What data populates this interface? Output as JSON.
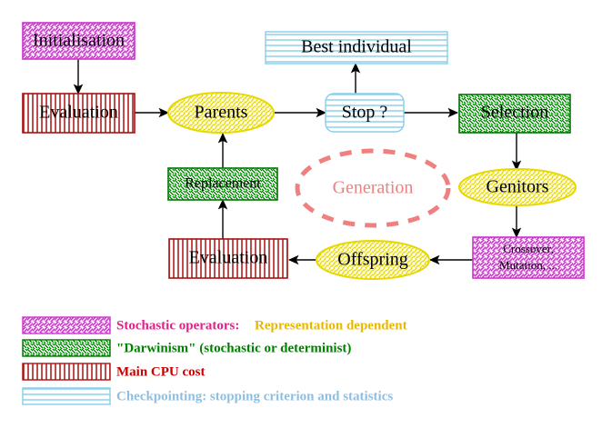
{
  "diagram": {
    "title": "Evolutionary Algorithm Cycle",
    "background_color": "#FFFFFF",
    "nodes": {
      "initialisation": {
        "label": "Initialisation",
        "shape": "rect",
        "fill_pattern": "diagonal-forward",
        "color": "#CC33CC",
        "category": "stochastic-operators"
      },
      "evaluation_top": {
        "label": "Evaluation",
        "shape": "rect",
        "fill_pattern": "vertical-lines",
        "color": "#AA1111",
        "category": "main-cpu-cost"
      },
      "parents": {
        "label": "Parents",
        "shape": "ellipse",
        "fill_pattern": "diagonal-forward",
        "color": "#E8D800",
        "category": "representation-dependent"
      },
      "stop": {
        "label": "Stop ?",
        "shape": "rounded-rect",
        "fill_pattern": "horizontal-lines",
        "color": "#87CEEB",
        "category": "checkpointing"
      },
      "best_individual": {
        "label": "Best individual",
        "shape": "rect",
        "fill_pattern": "horizontal-lines",
        "color": "#87CEEB",
        "category": "checkpointing"
      },
      "selection": {
        "label": "Selection",
        "shape": "rect",
        "fill_pattern": "diagonal-back",
        "color": "#007700",
        "category": "darwinism"
      },
      "genitors": {
        "label": "Genitors",
        "shape": "ellipse",
        "fill_pattern": "diagonal-forward",
        "color": "#E8D800",
        "category": "representation-dependent"
      },
      "crossover": {
        "label_line1": "Crossover,",
        "label_line2": "Mutation, ...",
        "shape": "rect",
        "fill_pattern": "diagonal-forward",
        "color": "#CC33CC",
        "category": "stochastic-operators"
      },
      "offspring": {
        "label": "Offspring",
        "shape": "ellipse",
        "fill_pattern": "diagonal-forward",
        "color": "#E8D800",
        "category": "representation-dependent"
      },
      "evaluation_bottom": {
        "label": "Evaluation",
        "shape": "rect",
        "fill_pattern": "vertical-lines",
        "color": "#AA1111",
        "category": "main-cpu-cost"
      },
      "replacement": {
        "label": "Replacement",
        "shape": "rect",
        "fill_pattern": "diagonal-back",
        "color": "#007700",
        "category": "darwinism"
      },
      "generation": {
        "label": "Generation",
        "shape": "dashed-ellipse",
        "color": "#F08080",
        "category": "annotation"
      }
    },
    "edges": [
      {
        "from": "initialisation",
        "to": "evaluation_top",
        "direction": "down"
      },
      {
        "from": "evaluation_top",
        "to": "parents",
        "direction": "right"
      },
      {
        "from": "parents",
        "to": "stop",
        "direction": "right"
      },
      {
        "from": "stop",
        "to": "best_individual",
        "direction": "up"
      },
      {
        "from": "stop",
        "to": "selection",
        "direction": "right"
      },
      {
        "from": "selection",
        "to": "genitors",
        "direction": "down"
      },
      {
        "from": "genitors",
        "to": "crossover",
        "direction": "down"
      },
      {
        "from": "crossover",
        "to": "offspring",
        "direction": "left"
      },
      {
        "from": "offspring",
        "to": "evaluation_bottom",
        "direction": "left"
      },
      {
        "from": "evaluation_bottom",
        "to": "replacement",
        "direction": "up"
      },
      {
        "from": "replacement",
        "to": "parents",
        "direction": "up"
      }
    ],
    "legend": [
      {
        "swatch_pattern": "diagonal-forward",
        "swatch_color": "#CC33CC",
        "text": "Stochastic operators:",
        "text_color": "#E0218A",
        "text2": "Representation dependent",
        "text2_color": "#E8B800"
      },
      {
        "swatch_pattern": "diagonal-back",
        "swatch_color": "#007700",
        "text": "\"Darwinism\" (stochastic or determinist)",
        "text_color": "#008000",
        "text2": "",
        "text2_color": ""
      },
      {
        "swatch_pattern": "vertical-lines",
        "swatch_color": "#AA1111",
        "text": "Main CPU cost",
        "text_color": "#CC0000",
        "text2": "",
        "text2_color": ""
      },
      {
        "swatch_pattern": "horizontal-lines",
        "swatch_color": "#87CEEB",
        "text": "Checkpointing: stopping criterion and statistics",
        "text_color": "#8FBFE0",
        "text2": "",
        "text2_color": ""
      }
    ]
  }
}
